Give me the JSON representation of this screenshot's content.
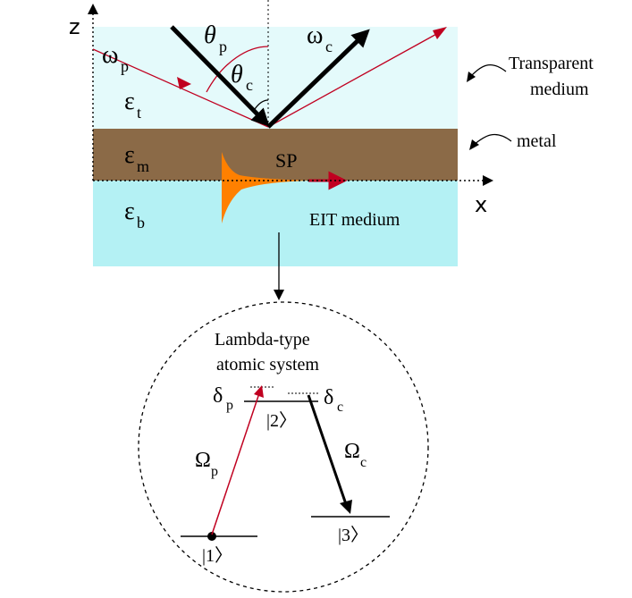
{
  "top": {
    "axis_z": "z",
    "axis_x": "x",
    "omega_p": "ω",
    "omega_p_sub": "p",
    "omega_c": "ω",
    "omega_c_sub": "c",
    "theta_p": "θ",
    "theta_p_sub": "p",
    "theta_c": "θ",
    "theta_c_sub": "c",
    "eps_t": "ε",
    "eps_t_sub": "t",
    "eps_m": "ε",
    "eps_m_sub": "m",
    "eps_b": "ε",
    "eps_b_sub": "b",
    "sp_label": "SP",
    "eit_label": "EIT medium",
    "transparent_line1": "Transparent",
    "transparent_line2": "medium",
    "metal_label": "metal"
  },
  "atom": {
    "title_line1": "Lambda-type",
    "title_line2": "atomic system",
    "delta_p": "δ",
    "delta_p_sub": "p",
    "delta_c": "δ",
    "delta_c_sub": "c",
    "Omega_p": "Ω",
    "Omega_p_sub": "p",
    "Omega_c": "Ω",
    "Omega_c_sub": "c",
    "level1": "|1〉",
    "level2": "|2〉",
    "level3": "|3〉"
  },
  "colors": {
    "transparent_medium": "#e4fafb",
    "metal": "#8b6a47",
    "eit_medium": "#b4f1f4",
    "surface_plasmon": "#ff8000",
    "probe": "#c00020",
    "coupling": "#000000"
  }
}
